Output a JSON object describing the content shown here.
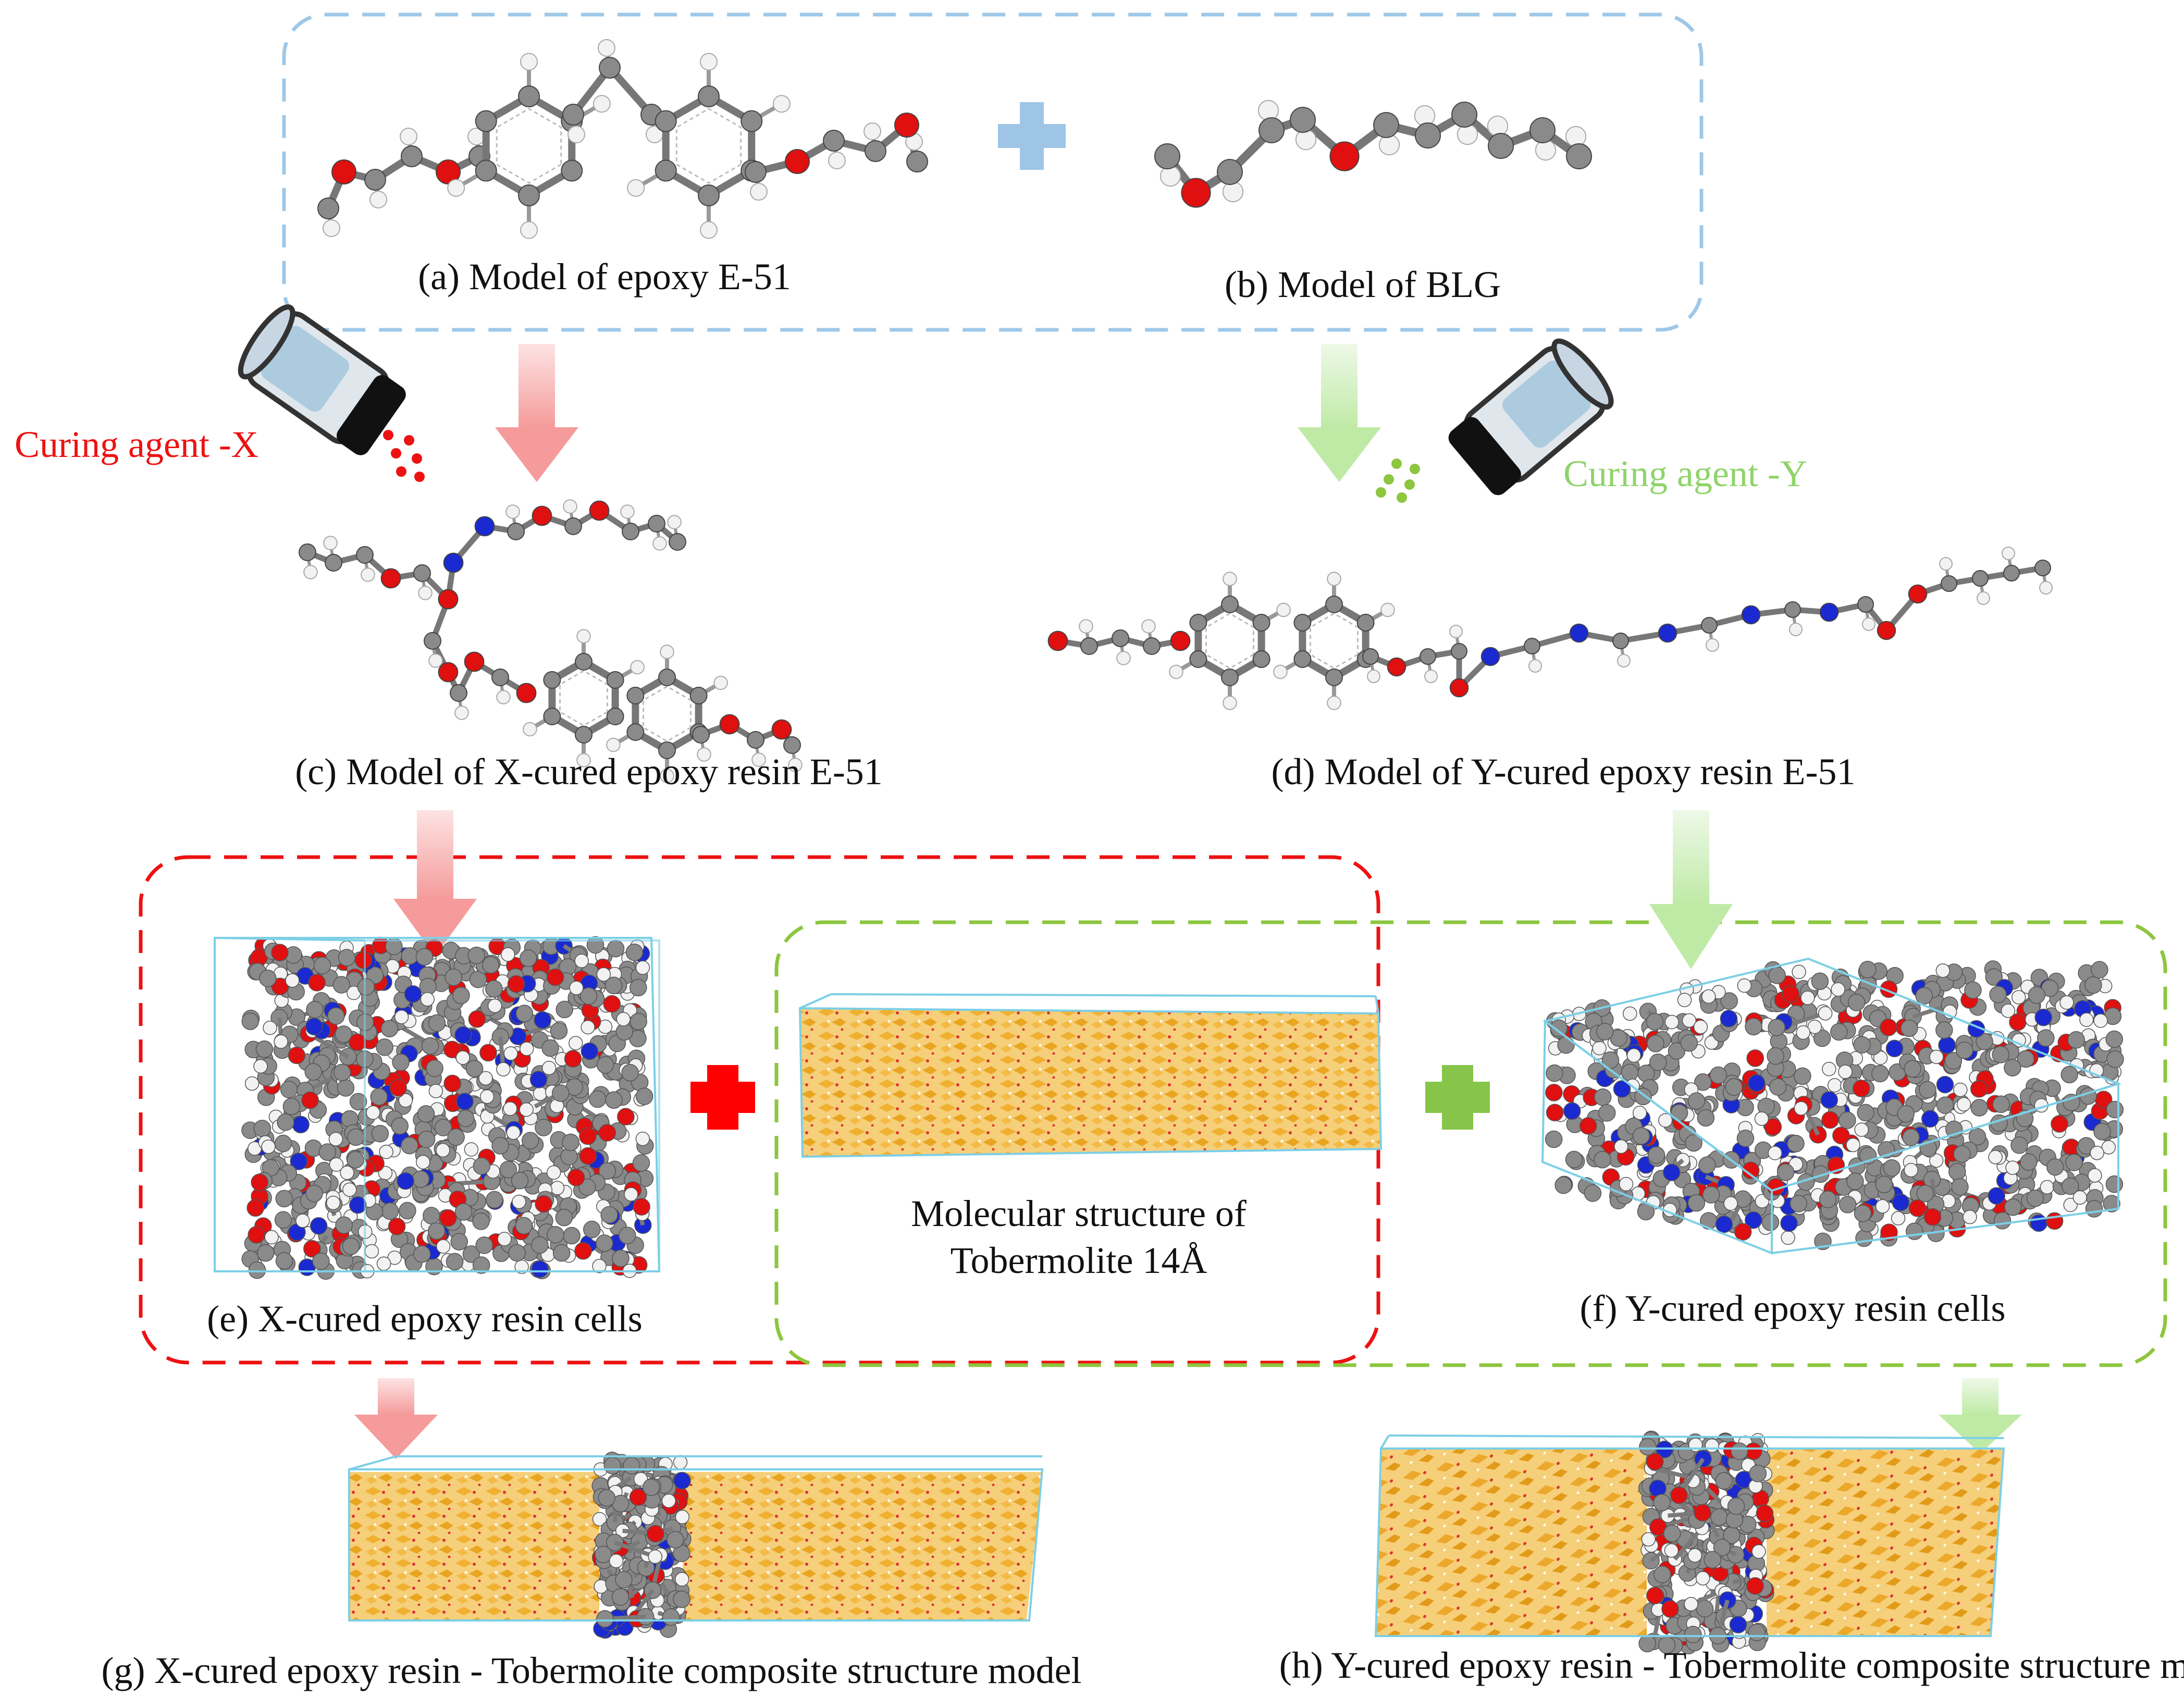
{
  "labels": {
    "a": "(a) Model of epoxy E-51",
    "b": "(b) Model of BLG",
    "c": "(c) Model of X-cured epoxy resin E-51",
    "d": "(d) Model of Y-cured epoxy resin E-51",
    "e": "(e) X-cured epoxy resin cells",
    "f": "(f) Y-cured epoxy resin cells",
    "tobermolite_line1": "Molecular structure of",
    "tobermolite_line2": "Tobermolite 14Å",
    "g": "(g) X-cured epoxy resin - Tobermolite composite structure model",
    "h": "(h) Y-cured epoxy resin - Tobermolite composite structure model"
  },
  "agents": {
    "x": "Curing agent -X",
    "y": "Curing agent -Y"
  },
  "colors": {
    "blue_box": "#9ec8e8",
    "red_box": "#ee1111",
    "green_box": "#8dc63f",
    "red_arrow": "#f5a0a0",
    "green_arrow": "#c6eeb0",
    "blue_plus": "#9ec5e5",
    "red_plus": "#ff0000",
    "green_plus": "#86c54a",
    "carbon": "#8a8a8a",
    "hydrogen": "#f2f2f2",
    "oxygen": "#e01010",
    "nitrogen": "#1a2ad0",
    "crystal": "#f0b33a",
    "cell_edge": "#7ccfe6"
  },
  "icons": [
    "curing-agent-bottle-x-icon",
    "curing-agent-bottle-y-icon"
  ]
}
